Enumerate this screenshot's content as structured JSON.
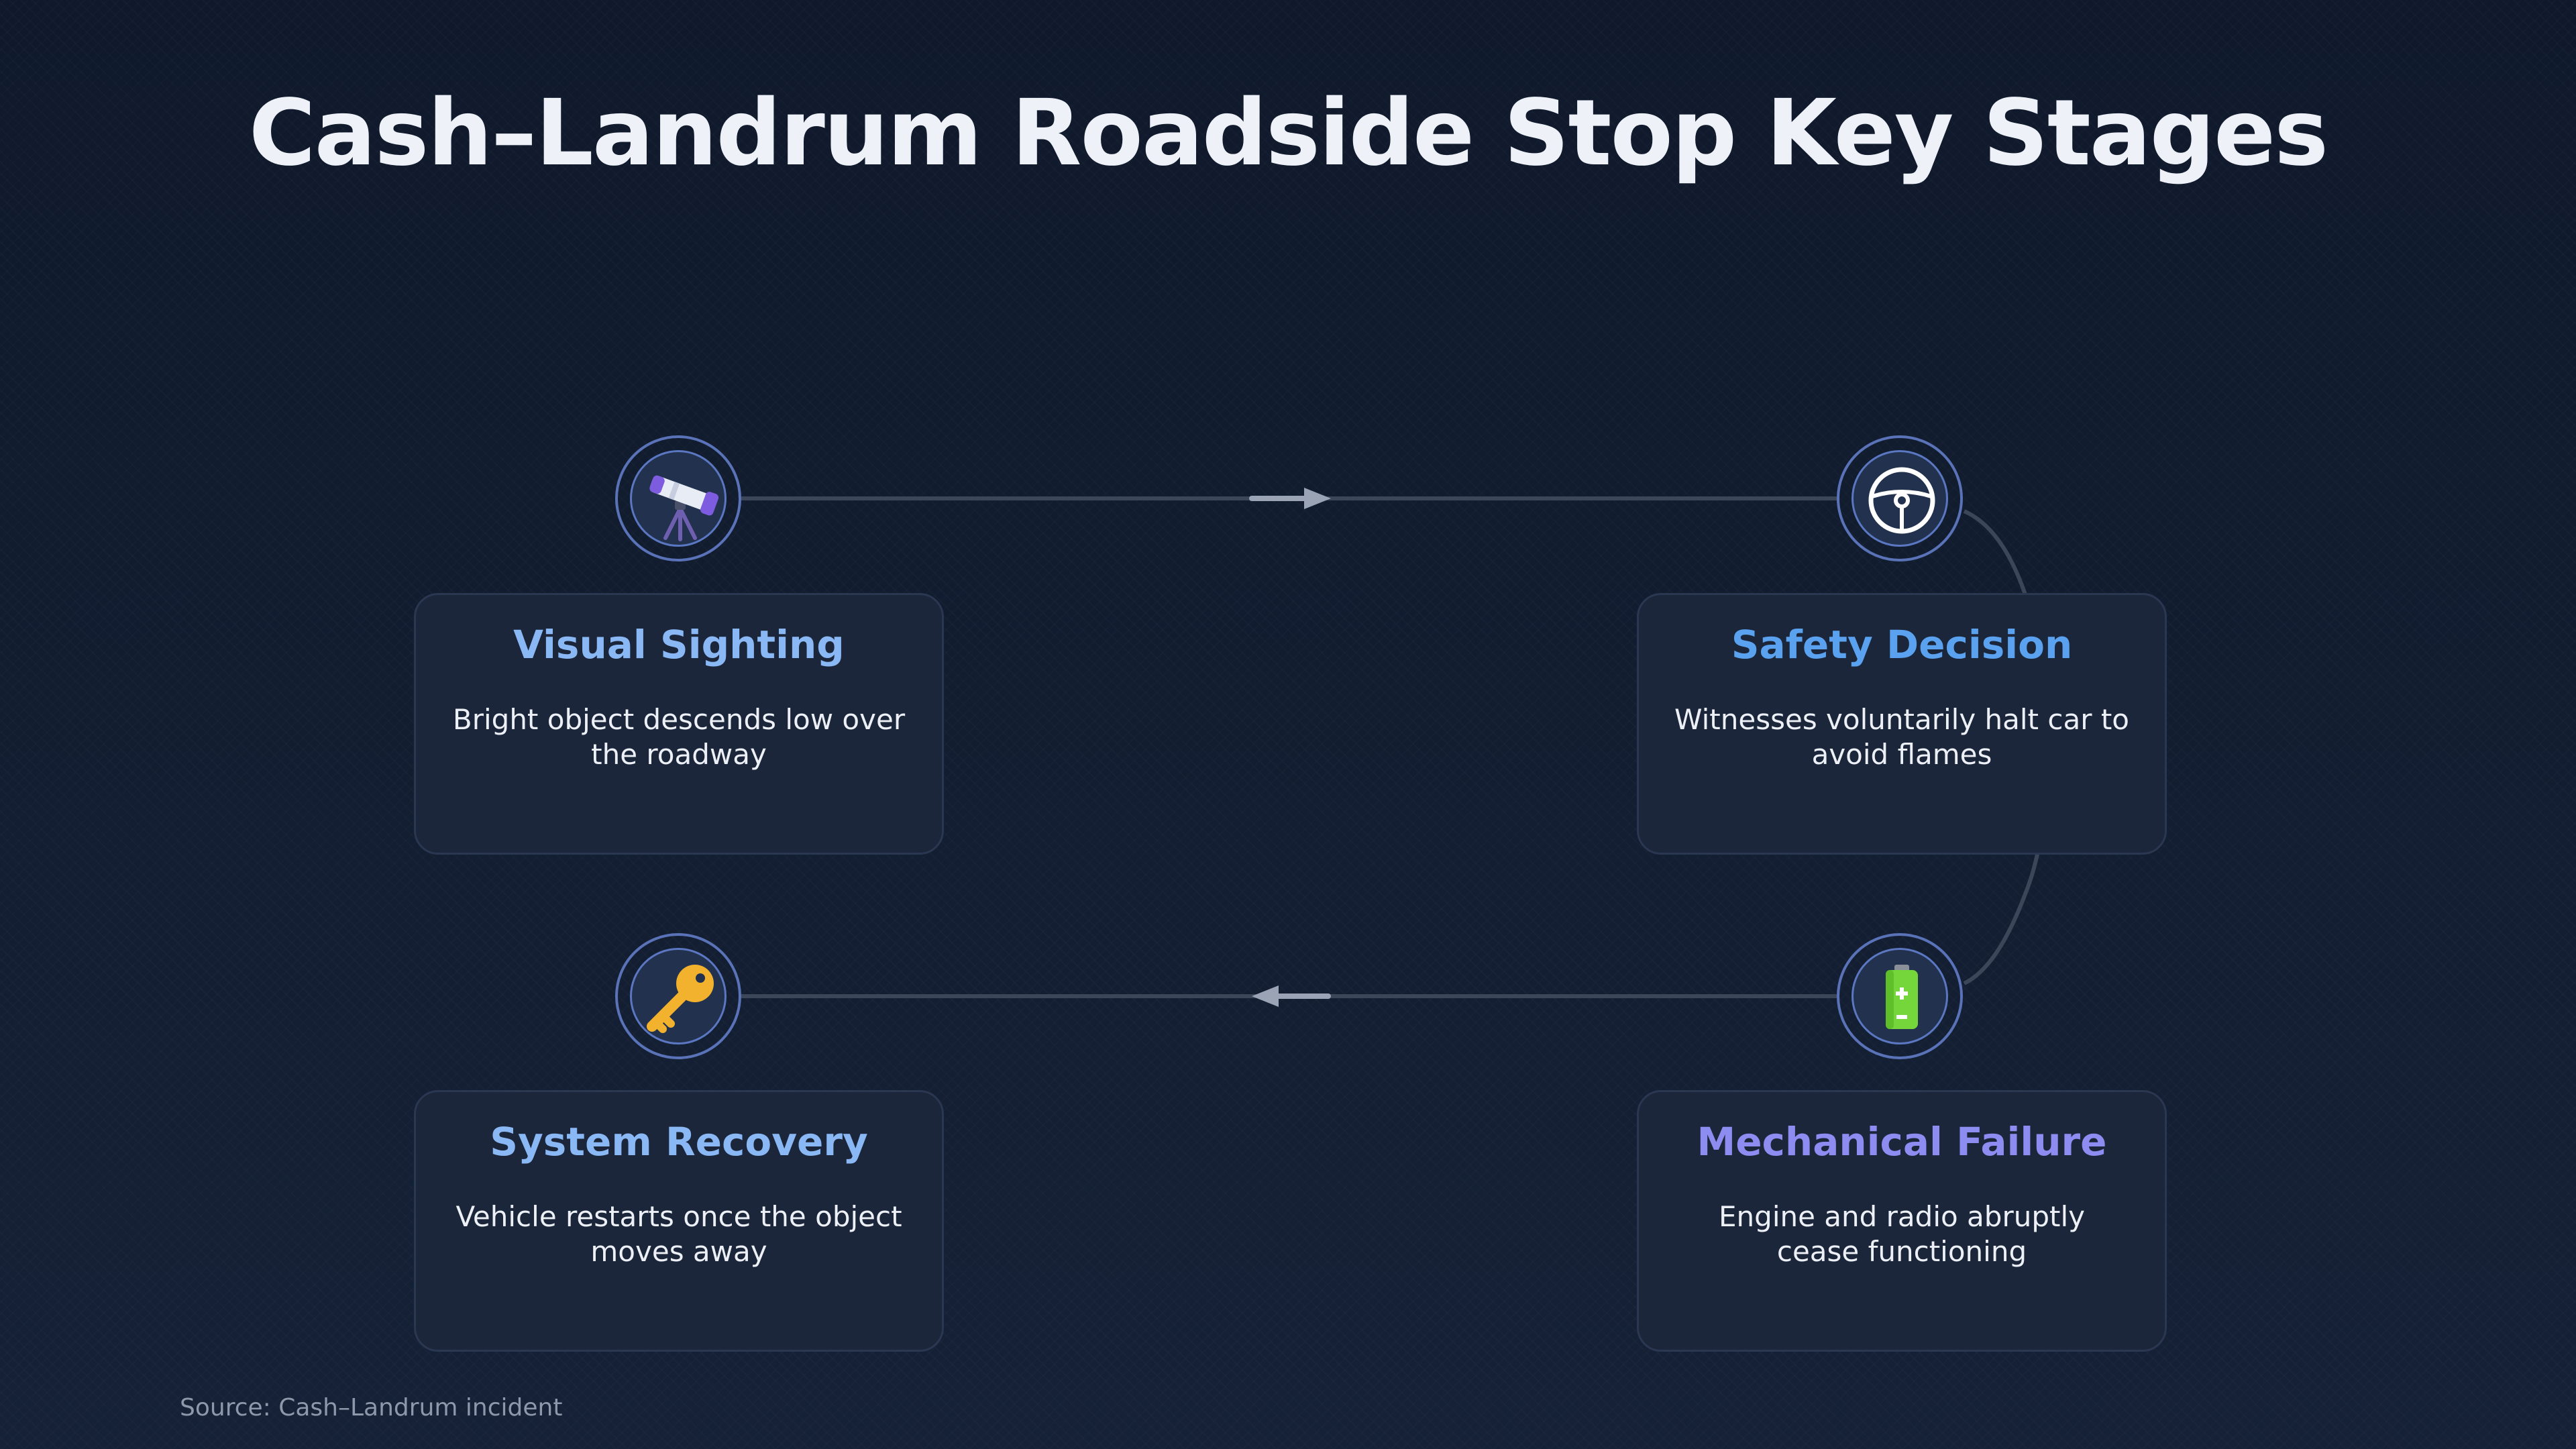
{
  "title": "Cash–Landrum Roadside Stop Key Stages",
  "stages": [
    {
      "title": "Visual Sighting",
      "description": "Bright object descends low over the roadway",
      "icon": "telescope-icon",
      "title_color": "#8ab8f5"
    },
    {
      "title": "Safety Decision",
      "description": "Witnesses voluntarily halt car to avoid flames",
      "icon": "steering-wheel-icon",
      "title_color": "#5aa2ef"
    },
    {
      "title": "Mechanical Failure",
      "description": "Engine and radio abruptly cease functioning",
      "icon": "battery-icon",
      "title_color": "#8d8cf0"
    },
    {
      "title": "System Recovery",
      "description": "Vehicle restarts once the object moves away",
      "icon": "key-icon",
      "title_color": "#8ab8f5"
    }
  ],
  "source": "Source: Cash–Landrum incident",
  "colors": {
    "background": "#121c2e",
    "card_background": "#1b263a",
    "connector": "#3b4659",
    "arrow": "#9aa4b4"
  }
}
